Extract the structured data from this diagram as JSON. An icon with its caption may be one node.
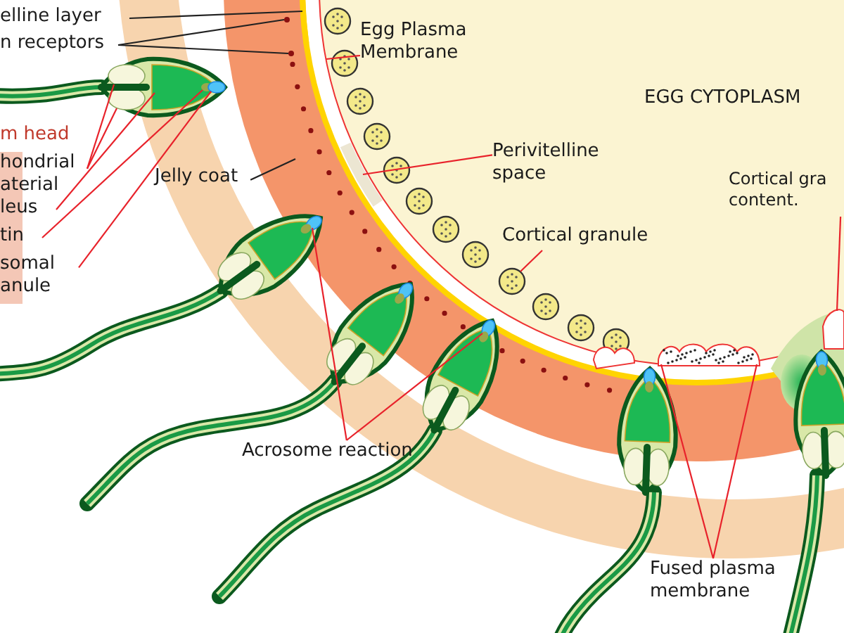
{
  "diagram": {
    "nodes": [
      {
        "text": [
          "elline layer"
        ]
      },
      {
        "text": [
          "n receptors"
        ]
      },
      {
        "text": [
          "Egg Plasma Membrane"
        ]
      },
      {
        "text": [
          "Perivitelline space"
        ]
      },
      {
        "text": [
          "hondrial aterial"
        ]
      },
      {
        "text": [
          "leus"
        ]
      },
      {
        "text": [
          "tin"
        ]
      },
      {
        "text": [
          "somal anule"
        ]
      },
      {
        "text": [
          "Jelly coat"
        ]
      },
      {
        "text": [
          "Cortical granule"
        ]
      },
      {
        "text": [
          "Cortical gra content."
        ]
      },
      {
        "text": [
          "Acrosome reaction"
        ]
      },
      {
        "text": [
          "Fused plasma membrane"
        ]
      },
      {
        "text": [],
        "shape": "circle"
      },
      {
        "text": [],
        "shape": "circle"
      },
      {
        "text": [],
        "shape": "picture"
      },
      {
        "text": [],
        "shape": "circle",
        "in": 15
      },
      {
        "text": [],
        "shape": "circle"
      },
      {
        "text": [],
        "shape": "circle"
      },
      {
        "text": [],
        "shape": "circle"
      },
      {
        "text": [],
        "shape": "circle"
      },
      {
        "text": [],
        "shape": "cloud"
      },
      {
        "text": [],
        "shape": "circle"
      },
      {
        "text": [],
        "shape": "circle"
      },
      {
        "text": [],
        "shape": "cloud"
      },
      {
        "text": [],
        "shape": "bar"
      },
      {
        "text": [],
        "shape": "bar"
      }
    ],
    "edges": [
      {
        "from": 0,
        "to": 25,
        "arrow": "none",
        "color": "#222222"
      },
      {
        "from": 1,
        "to": 18,
        "arrow": "none",
        "color": "#222222"
      },
      {
        "from": 1,
        "to": 19,
        "arrow": "none",
        "color": "#222222"
      },
      {
        "from": 2,
        "to": null,
        "arrow": "none"
      },
      {
        "from": 3,
        "to": 26,
        "arrow": "none"
      },
      {
        "from": 4,
        "to": 13,
        "arrow": "none"
      },
      {
        "from": 4,
        "to": 14,
        "arrow": "none"
      },
      {
        "from": 5,
        "to": 15,
        "arrow": "none"
      },
      {
        "from": 6,
        "to": 16,
        "arrow": "none"
      },
      {
        "from": 7,
        "to": 17,
        "arrow": "none"
      },
      {
        "from": 8,
        "to": null,
        "arrow": "none",
        "color": "#222222"
      },
      {
        "from": 9,
        "to": 20,
        "arrow": "none"
      },
      {
        "from": 10,
        "to": 21,
        "arrow": "none"
      },
      {
        "from": 11,
        "to": 22,
        "arrow": "none"
      },
      {
        "from": 11,
        "to": 23,
        "arrow": "none"
      },
      {
        "from": 12,
        "to": 24,
        "arrow": "none"
      },
      {
        "from": 12,
        "to": 24,
        "arrow": "none"
      }
    ],
    "labels": [
      "EGG CYTOPLASM",
      "m head"
    ]
  }
}
